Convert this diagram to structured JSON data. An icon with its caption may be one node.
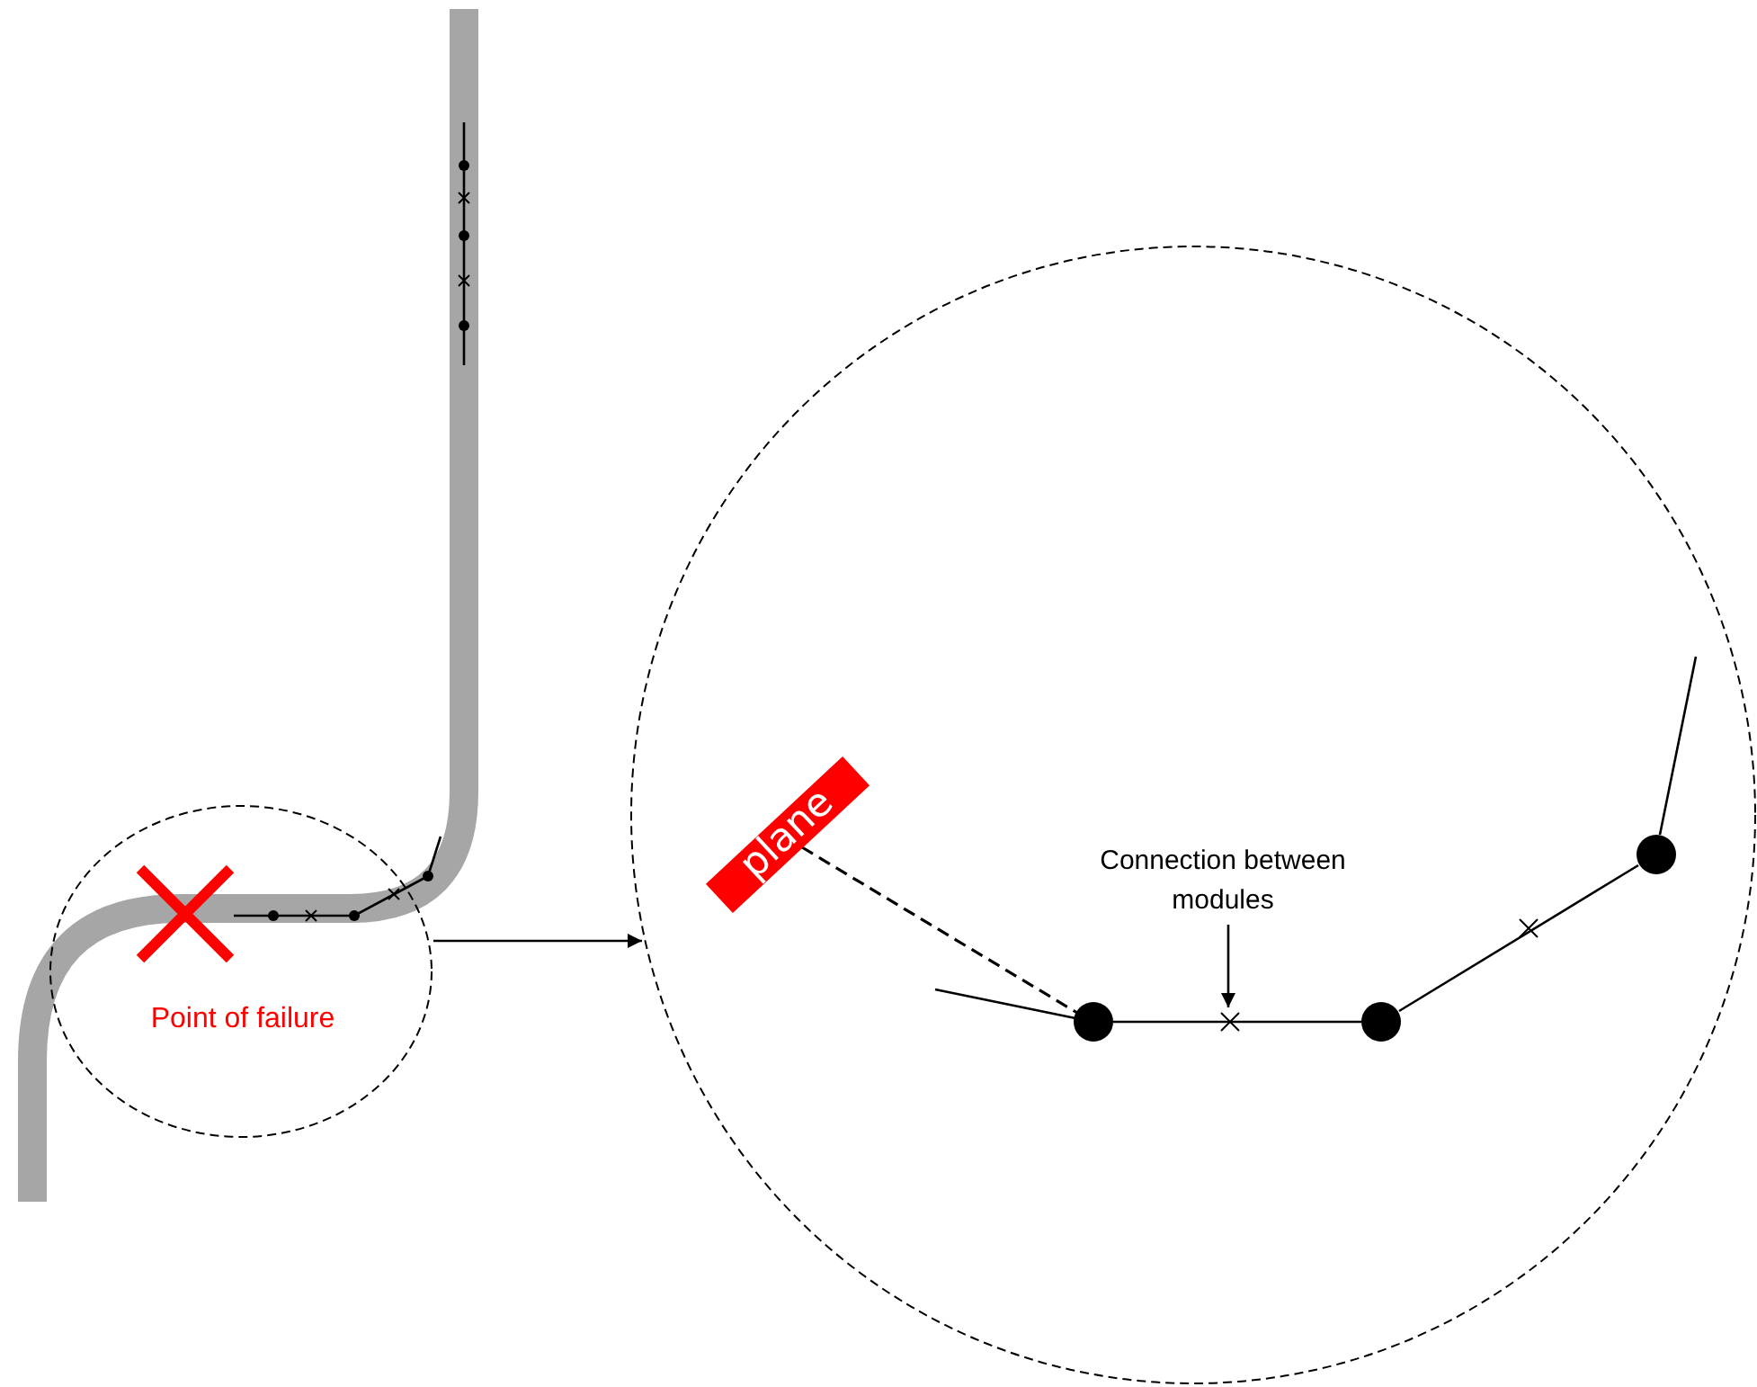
{
  "diagram": {
    "nodes": [
      {
        "text": [],
        "shape": "circle"
      },
      {
        "text": [],
        "shape": "circle"
      },
      {
        "text": [
          "plane"
        ],
        "in": 1
      },
      {
        "text": [
          "Connection between modules"
        ],
        "in": 1
      },
      {
        "text": [],
        "shape": "cross",
        "in": 1
      },
      {
        "text": [],
        "shape": "circle",
        "in": 1
      }
    ],
    "edges": [
      {
        "from": 0,
        "to": 1,
        "arrow": "to"
      },
      {
        "from": 3,
        "to": 4,
        "arrow": "to"
      },
      {
        "from": 2,
        "to": 5,
        "arrow": "none",
        "style": "dashed"
      }
    ],
    "labels": [
      "Point of failure"
    ]
  }
}
